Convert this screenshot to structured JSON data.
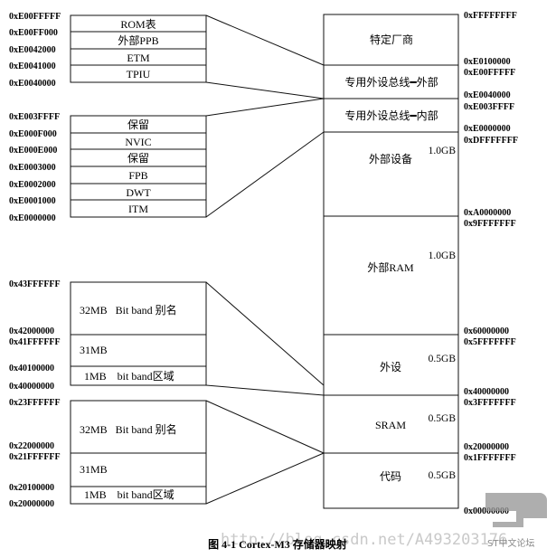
{
  "main_map": {
    "blocks": [
      {
        "label": "特定厂商",
        "size": ""
      },
      {
        "label": "专用外设总线━外部",
        "size": ""
      },
      {
        "label": "专用外设总线━内部",
        "size": ""
      },
      {
        "label": "外部设备",
        "size": "1.0GB"
      },
      {
        "label": "外部RAM",
        "size": "1.0GB"
      },
      {
        "label": "外设",
        "size": "0.5GB"
      },
      {
        "label": "SRAM",
        "size": "0.5GB"
      },
      {
        "label": "代码",
        "size": "0.5GB"
      }
    ],
    "addresses": [
      "0xFFFFFFFF",
      "0xE0100000",
      "0xE00FFFFF",
      "0xE0040000",
      "0xE003FFFF",
      "0xE0000000",
      "0xDFFFFFFF",
      "0xA0000000",
      "0x9FFFFFFF",
      "0x60000000",
      "0x5FFFFFFF",
      "0x40000000",
      "0x3FFFFFFF",
      "0x20000000",
      "0x1FFFFFFF",
      "0x00000000"
    ]
  },
  "ppb_external": {
    "rows": [
      "ROM表",
      "外部PPB",
      "ETM",
      "TPIU"
    ],
    "addresses": [
      "0xE00FFFFF",
      "0xE00FF000",
      "0xE0042000",
      "0xE0041000",
      "0xE0040000"
    ]
  },
  "ppb_internal": {
    "rows": [
      "保留",
      "NVIC",
      "保留",
      "FPB",
      "DWT",
      "ITM"
    ],
    "addresses": [
      "0xE003FFFF",
      "0xE000F000",
      "0xE000E000",
      "0xE0003000",
      "0xE0002000",
      "0xE0001000",
      "0xE0000000"
    ]
  },
  "bitband_peripheral": {
    "rows": [
      "32MB   Bit band 别名",
      "31MB",
      "1MB    bit band区域"
    ],
    "addresses": [
      "0x43FFFFFF",
      "0x42000000",
      "0x41FFFFFF",
      "0x40100000",
      "0x40000000"
    ]
  },
  "bitband_sram": {
    "rows": [
      "32MB   Bit band 别名",
      "31MB",
      "1MB    bit band区域"
    ],
    "addresses": [
      "0x23FFFFFF",
      "0x22000000",
      "0x21FFFFFF",
      "0x20100000",
      "0x20000000"
    ]
  },
  "caption": "图 4-1 Cortex-M3 存储器映射",
  "watermark": "http://blog.csdn.net/A493203176",
  "logo_text": "ST中文论坛",
  "colors": {
    "line": "#111111",
    "watermark": "#c9c9c9"
  }
}
